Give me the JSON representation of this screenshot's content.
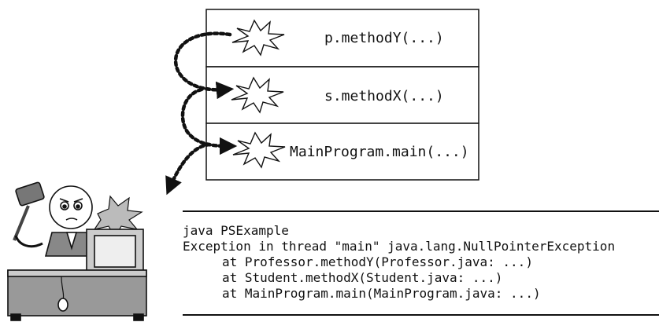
{
  "stack_frames": [
    {
      "label": "p.methodY(...)"
    },
    {
      "label": "s.methodX(...)"
    },
    {
      "label": "MainProgram.main(...)"
    }
  ],
  "console": {
    "command": "java PSExample",
    "exception": "Exception in thread \"main\" java.lang.NullPointerException",
    "trace": [
      "at Professor.methodY(Professor.java: ...)",
      "at Student.methodX(Student.java: ...)",
      "at MainProgram.main(MainProgram.java: ...)"
    ]
  },
  "icons": [
    "explosion-icon",
    "dotted-arrow-icon",
    "judge-at-computer-icon"
  ]
}
